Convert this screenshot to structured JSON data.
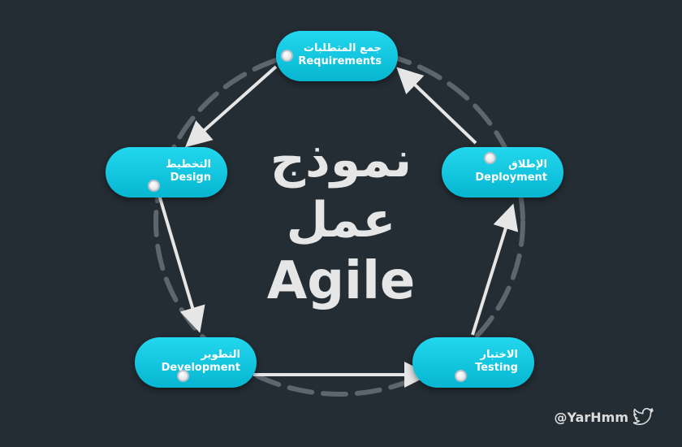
{
  "diagram": {
    "title_ar_line1": "نموذج",
    "title_ar_line2": "عمل",
    "title_en": "Agile",
    "nodes": [
      {
        "ar": "جمع المتطلبات",
        "en": "Requirements"
      },
      {
        "ar": "الإطلاق",
        "en": "Deployment"
      },
      {
        "ar": "الاختبار",
        "en": "Testing"
      },
      {
        "ar": "التطوير",
        "en": "Development"
      },
      {
        "ar": "التخطيط",
        "en": "Design"
      }
    ]
  },
  "credit": {
    "handle": "@YarHmm",
    "icon": "twitter-bird-icon"
  },
  "colors": {
    "background": "#242d34",
    "node": "#16c8e2",
    "arrow": "#e6e6e6",
    "ring": "#5d666c"
  }
}
